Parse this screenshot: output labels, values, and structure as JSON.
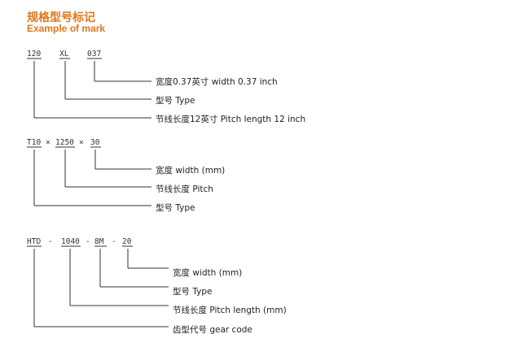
{
  "header": {
    "title_cn": "规格型号标记",
    "title_en": "Example of mark"
  },
  "examples": [
    {
      "parts": [
        {
          "text": "120"
        },
        {
          "text": "XL"
        },
        {
          "text": "037"
        }
      ],
      "separators": [],
      "labels": [
        "宽度0.37英寸 width 0.37 inch",
        "型号 Type",
        "节线长度12英寸 Pitch length 12 inch"
      ]
    },
    {
      "parts": [
        {
          "text": "T10"
        },
        {
          "text": "1250"
        },
        {
          "text": "30"
        }
      ],
      "separators": [
        "×",
        "×"
      ],
      "labels": [
        "宽度 width (mm)",
        "节线长度 Pitch",
        "型号 Type"
      ]
    },
    {
      "parts": [
        {
          "text": "HTD"
        },
        {
          "text": "1040"
        },
        {
          "text": "8M"
        },
        {
          "text": "20"
        }
      ],
      "separators": [
        "-",
        "-",
        "-"
      ],
      "labels": [
        "宽度 width (mm)",
        "型号 Type",
        "节线长度 Pitch length (mm)",
        "齿型代号 gear code"
      ]
    }
  ]
}
